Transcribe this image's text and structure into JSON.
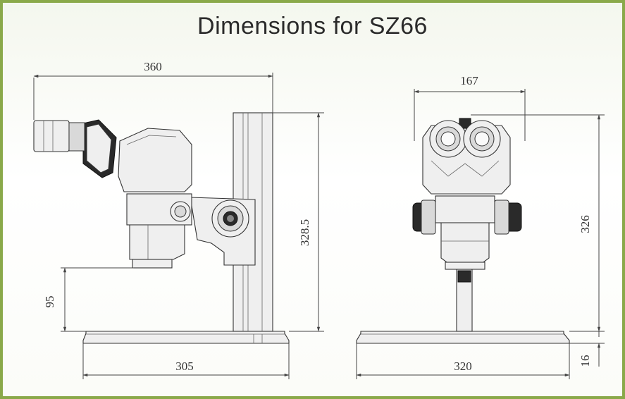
{
  "title": "Dimensions for SZ66",
  "colors": {
    "frame": "#8aa94a",
    "line": "#444444"
  },
  "side_view": {
    "width_top": "360",
    "height": "328.5",
    "working_height": "95",
    "base_width": "305"
  },
  "front_view": {
    "head_width": "167",
    "height": "326",
    "base_thickness": "16",
    "base_width": "320"
  }
}
